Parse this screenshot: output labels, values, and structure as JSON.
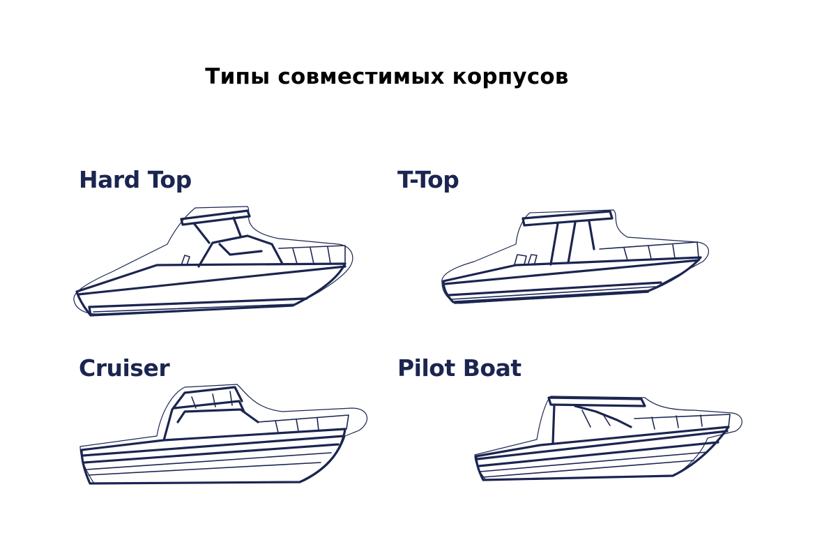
{
  "title": "Типы совместимых корпусов",
  "hull_types": [
    {
      "label": "Hard Top",
      "illustration": "hard-top-boat"
    },
    {
      "label": "T-Top",
      "illustration": "t-top-boat"
    },
    {
      "label": "Cruiser",
      "illustration": "cruiser-boat"
    },
    {
      "label": "Pilot Boat",
      "illustration": "pilot-boat"
    }
  ],
  "colors": {
    "title": "#000000",
    "labels": "#1b2550",
    "line_art": "#1b2550",
    "background": "#ffffff"
  }
}
